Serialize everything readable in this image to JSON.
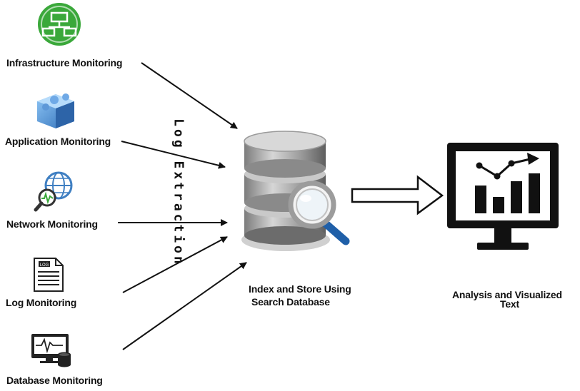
{
  "sources": [
    {
      "label": "Infrastructure Monitoring",
      "icon": "network-computers-icon"
    },
    {
      "label": "Application Monitoring",
      "icon": "puzzle-cube-icon"
    },
    {
      "label": "Network Monitoring",
      "icon": "globe-magnifier-icon"
    },
    {
      "label": "Log Monitoring",
      "icon": "log-document-icon"
    },
    {
      "label": "Database Monitoring",
      "icon": "monitor-database-icon"
    }
  ],
  "log_extraction_label": "Log Extraction",
  "database": {
    "caption_line1": "Index and Store Using",
    "caption_line2": "Search Database",
    "icon": "database-search-icon"
  },
  "analysis": {
    "caption_line1": "Analysis and Visualized",
    "caption_line2": "Text",
    "icon": "monitor-chart-icon"
  },
  "doc_tag": "LOG",
  "colors": {
    "green": "#3aa83a",
    "blue_icon": "#4a8fd4",
    "black": "#111111",
    "db_gray": "#a8a8a8"
  }
}
